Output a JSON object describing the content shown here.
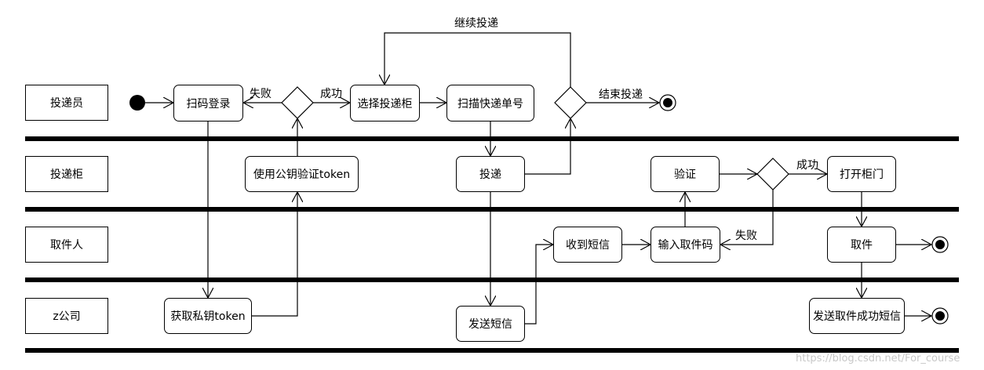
{
  "lanes": [
    {
      "label": "投递员"
    },
    {
      "label": "投递柜"
    },
    {
      "label": "取件人"
    },
    {
      "label": "z公司"
    }
  ],
  "nodes": {
    "scan_login": "扫码登录",
    "select_locker": "选择投递柜",
    "scan_tracking": "扫描快递单号",
    "verify_public_key": "使用公钥验证token",
    "deliver": "投递",
    "verify": "验证",
    "open_door": "打开柜门",
    "receive_sms": "收到短信",
    "enter_code": "输入取件码",
    "pick_up": "取件",
    "get_private_key": "获取私钥token",
    "send_sms": "发送短信",
    "send_pickup_sms": "发送取件成功短信"
  },
  "edge_labels": {
    "fail_1": "失败",
    "success_1": "成功",
    "continue_delivery": "继续投递",
    "end_delivery": "结束投递",
    "success_2": "成功",
    "fail_2": "失败"
  },
  "watermark": "https://blog.csdn.net/For_course"
}
